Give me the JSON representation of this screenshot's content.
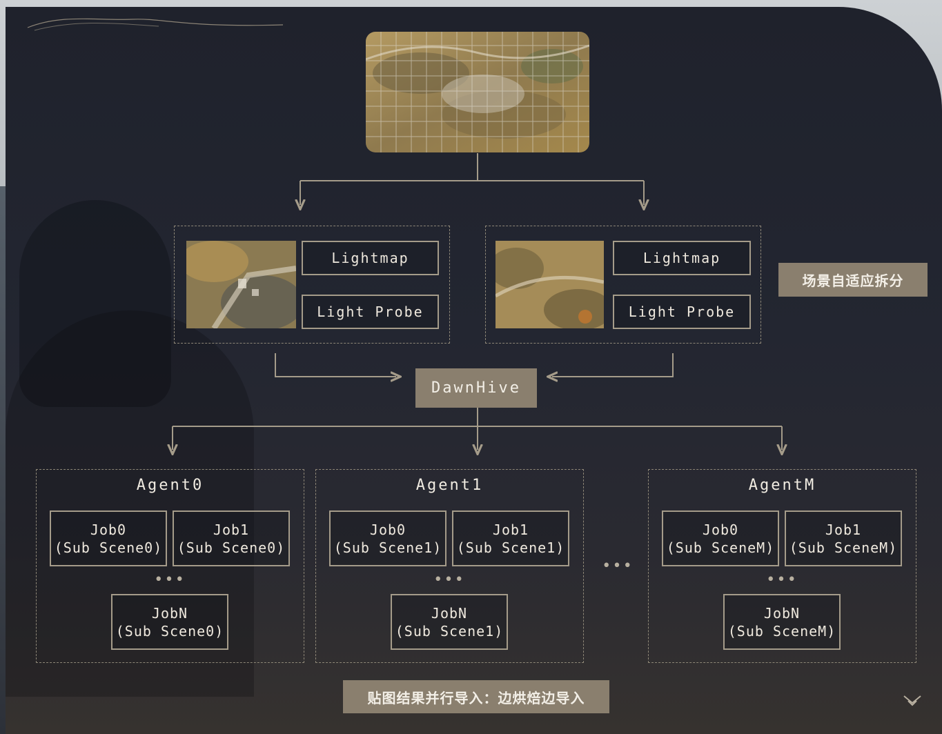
{
  "map": {
    "alt": ""
  },
  "regions": [
    {
      "box1": "Lightmap",
      "box2": "Light Probe"
    },
    {
      "box1": "Lightmap",
      "box2": "Light Probe"
    }
  ],
  "split_tag": "场景自适应拆分",
  "hub": "DawnHive",
  "agents": [
    {
      "title": "Agent0",
      "jobs": [
        {
          "name": "Job0",
          "scene": "(Sub Scene0)"
        },
        {
          "name": "Job1",
          "scene": "(Sub Scene0)"
        },
        {
          "name": "JobN",
          "scene": "(Sub Scene0)"
        }
      ],
      "dots": "•••"
    },
    {
      "title": "Agent1",
      "jobs": [
        {
          "name": "Job0",
          "scene": "(Sub Scene1)"
        },
        {
          "name": "Job1",
          "scene": "(Sub Scene1)"
        },
        {
          "name": "JobN",
          "scene": "(Sub Scene1)"
        }
      ],
      "dots": "•••"
    },
    {
      "title": "AgentM",
      "jobs": [
        {
          "name": "Job0",
          "scene": "(Sub SceneM)"
        },
        {
          "name": "Job1",
          "scene": "(Sub SceneM)"
        },
        {
          "name": "JobN",
          "scene": "(Sub SceneM)"
        }
      ],
      "dots": "•••"
    }
  ],
  "agents_ellipsis": "•••",
  "footer_tag": "贴图结果并行导入：边烘焙边导入",
  "colors": {
    "accent": "#8a7f6e",
    "line": "#a59c8a",
    "panel": "#1f222c"
  },
  "icons": {
    "scroll": "double-chevron-down-icon"
  }
}
